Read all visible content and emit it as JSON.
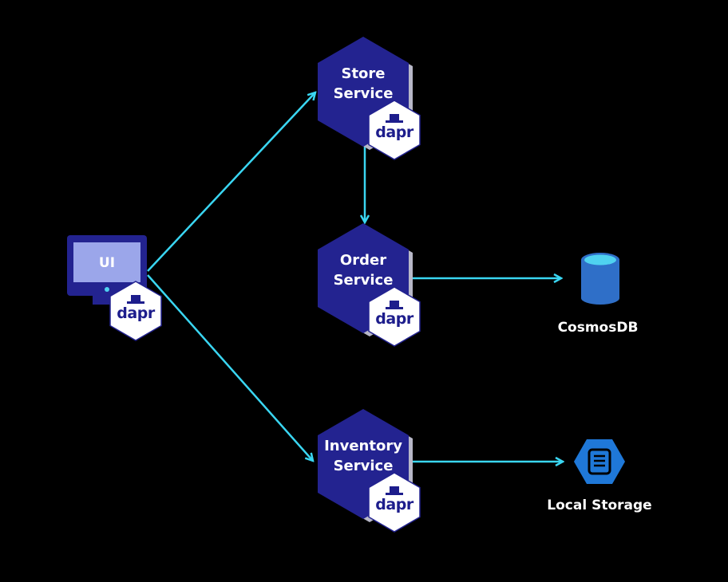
{
  "ui": {
    "label": "UI",
    "sidecar": "dapr"
  },
  "services": {
    "store": {
      "line1": "Store",
      "line2": "Service",
      "sidecar": "dapr"
    },
    "order": {
      "line1": "Order",
      "line2": "Service",
      "sidecar": "dapr"
    },
    "inventory": {
      "line1": "Inventory",
      "line2": "Service",
      "sidecar": "dapr"
    }
  },
  "resources": {
    "cosmos": {
      "label": "CosmosDB"
    },
    "storage": {
      "label": "Local Storage"
    }
  },
  "colors": {
    "background": "#000000",
    "service_fill": "#232390",
    "service_side": "#b8b8c8",
    "arrow": "#3ad6f2",
    "dapr_badge": "#ffffff",
    "dapr_text": "#1d1d8c",
    "db_fill": "#2f6fc8",
    "db_top": "#4fd2f0",
    "storage_fill": "#1f78d8"
  }
}
